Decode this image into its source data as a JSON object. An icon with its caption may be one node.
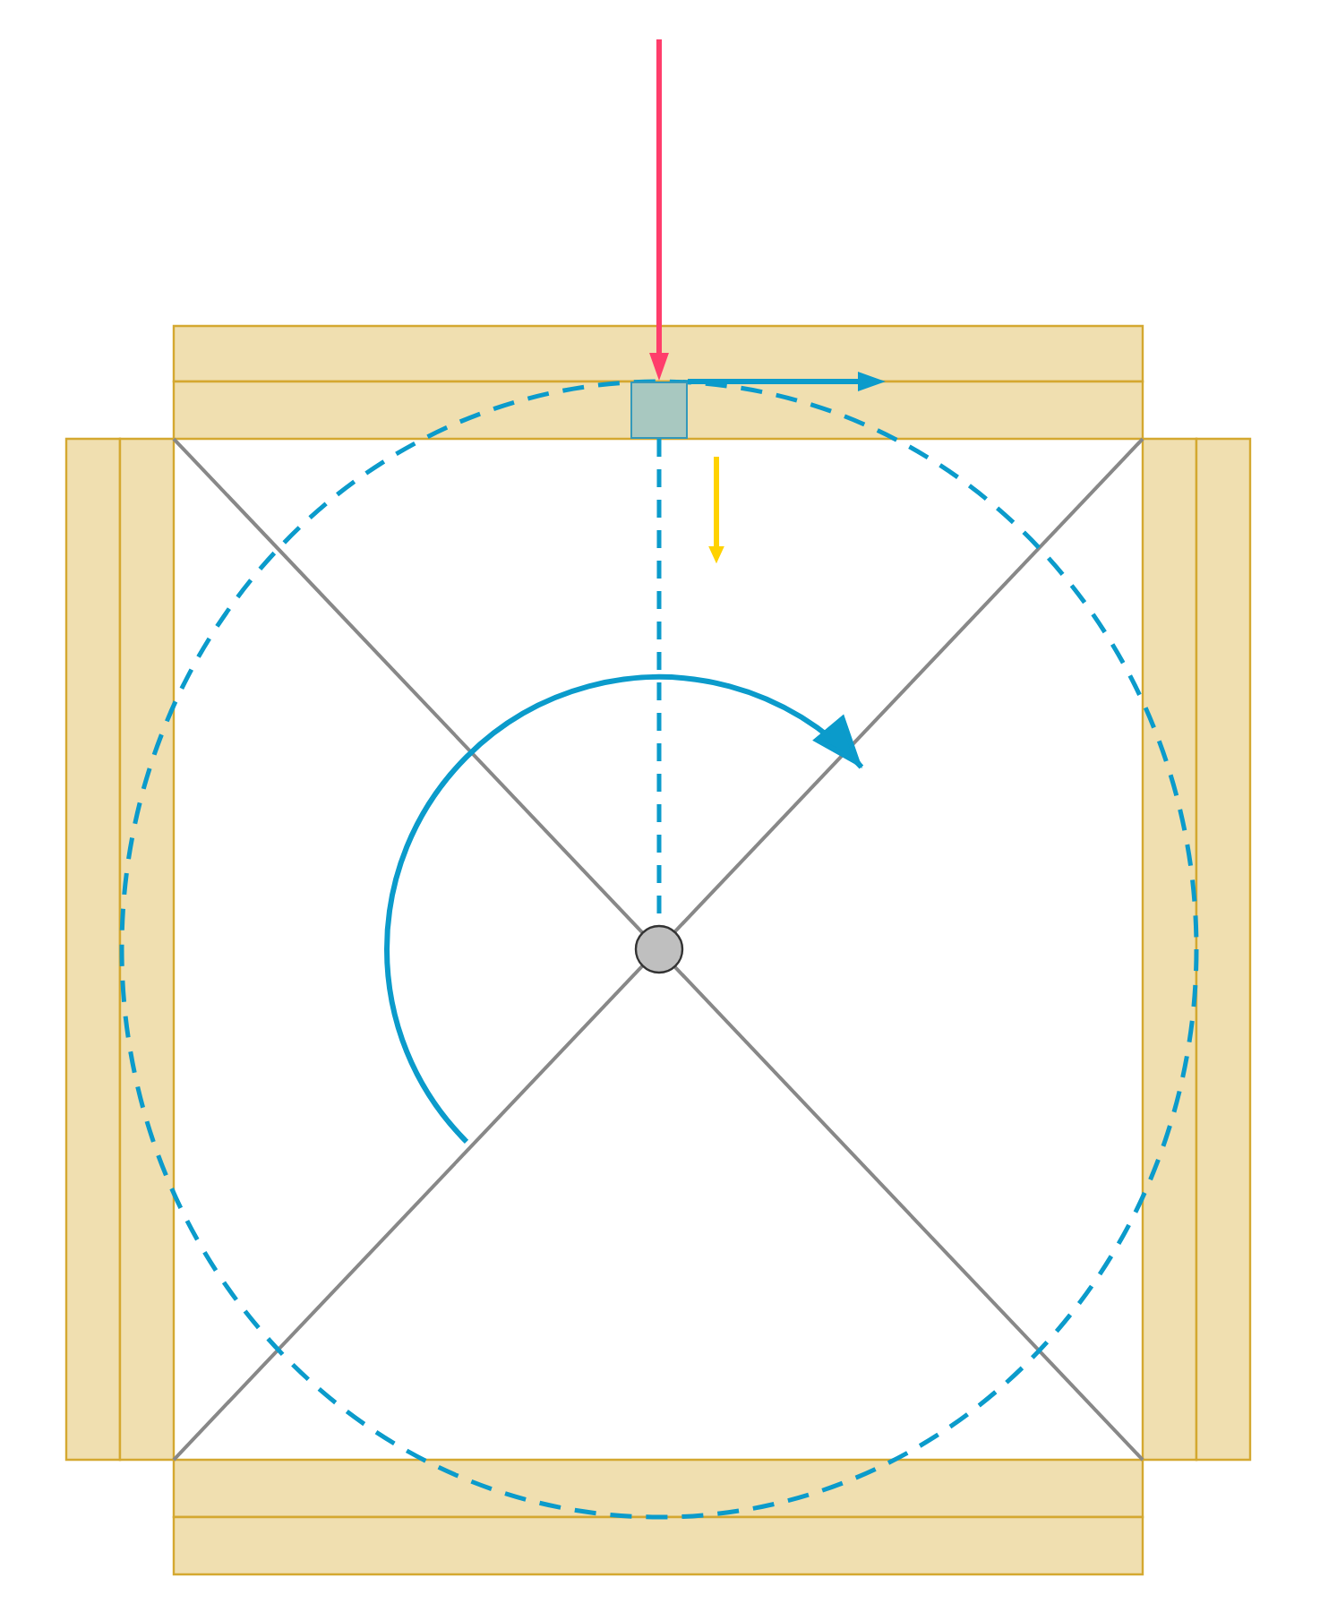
{
  "diagram": {
    "nodes": [
      {
        "text": [],
        "shape": "box"
      },
      {
        "text": [],
        "shape": "circle"
      }
    ],
    "edges": [
      {
        "from": null,
        "to": 0,
        "arrow": "to",
        "color": "#ff3d6b"
      },
      {
        "from": 0,
        "to": 1,
        "arrow": "none",
        "style": "dashed"
      },
      {
        "from": 0,
        "to": null,
        "arrow": "to"
      }
    ]
  }
}
